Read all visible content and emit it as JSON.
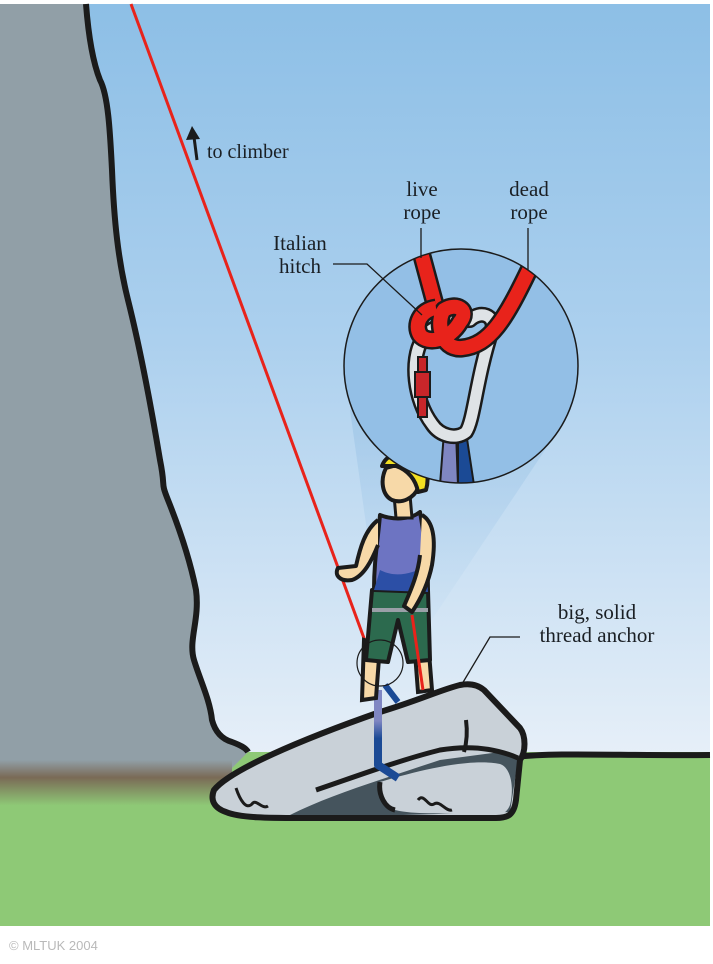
{
  "figure": {
    "type": "illustration",
    "subject": "Belaying from a thread anchor with an Italian hitch",
    "colors": {
      "sky_top": "#8dbfe6",
      "sky_bottom": "#e4eef8",
      "cliff": "#919fa7",
      "grass": "#8ec976",
      "soil": "#7b6b55",
      "rope": "#e8231b",
      "rock_light": "#c9d1d8",
      "rock_dark": "#45545d",
      "sling_light": "#7f86c2",
      "sling_dark": "#1b4a95",
      "helmet": "#f2df21",
      "skin": "#f7d9a8",
      "vest": "#6d74c2",
      "shorts": "#2c6a4e",
      "carabiner": "#dfe3e6",
      "carabiner_gate": "#c8262a",
      "outline": "#1b1b1b"
    }
  },
  "labels": {
    "to_climber": "to climber",
    "live_rope_line1": "live",
    "live_rope_line2": "rope",
    "dead_rope_line1": "dead",
    "dead_rope_line2": "rope",
    "italian_hitch_line1": "Italian",
    "italian_hitch_line2": "hitch",
    "anchor_line1": "big, solid",
    "anchor_line2": "thread anchor"
  },
  "icons": {
    "up_arrow": "arrow-up"
  },
  "footer": {
    "copyright": "© MLTUK 2004"
  }
}
